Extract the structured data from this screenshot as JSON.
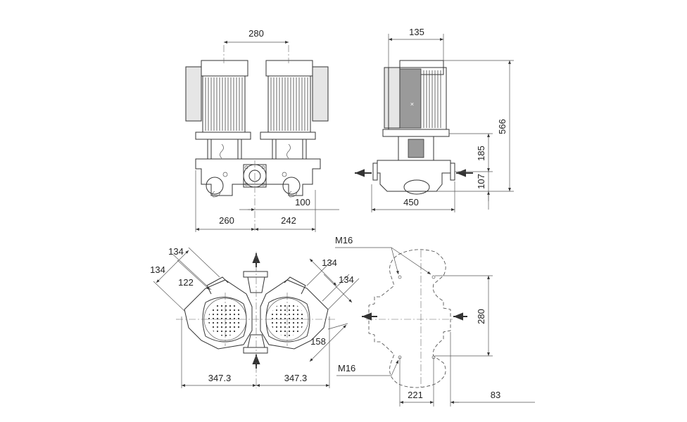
{
  "dimensions": {
    "front_motor_spacing": "280",
    "front_left_width": "260",
    "front_right_width": "242",
    "front_offset": "100",
    "side_depth": "135",
    "side_base": "450",
    "side_total_height": "566",
    "side_upper_height": "185",
    "side_lower_height": "107",
    "top_left_a": "134",
    "top_left_b": "134",
    "top_left_c": "122",
    "top_right_a": "134",
    "top_right_b": "134",
    "top_diag": "158",
    "top_left_width": "347.3",
    "top_right_width": "347.3",
    "bolt_top": "M16",
    "bolt_bottom": "M16",
    "flange_spacing": "280",
    "flange_bottom_a": "221",
    "flange_bottom_b": "83"
  }
}
